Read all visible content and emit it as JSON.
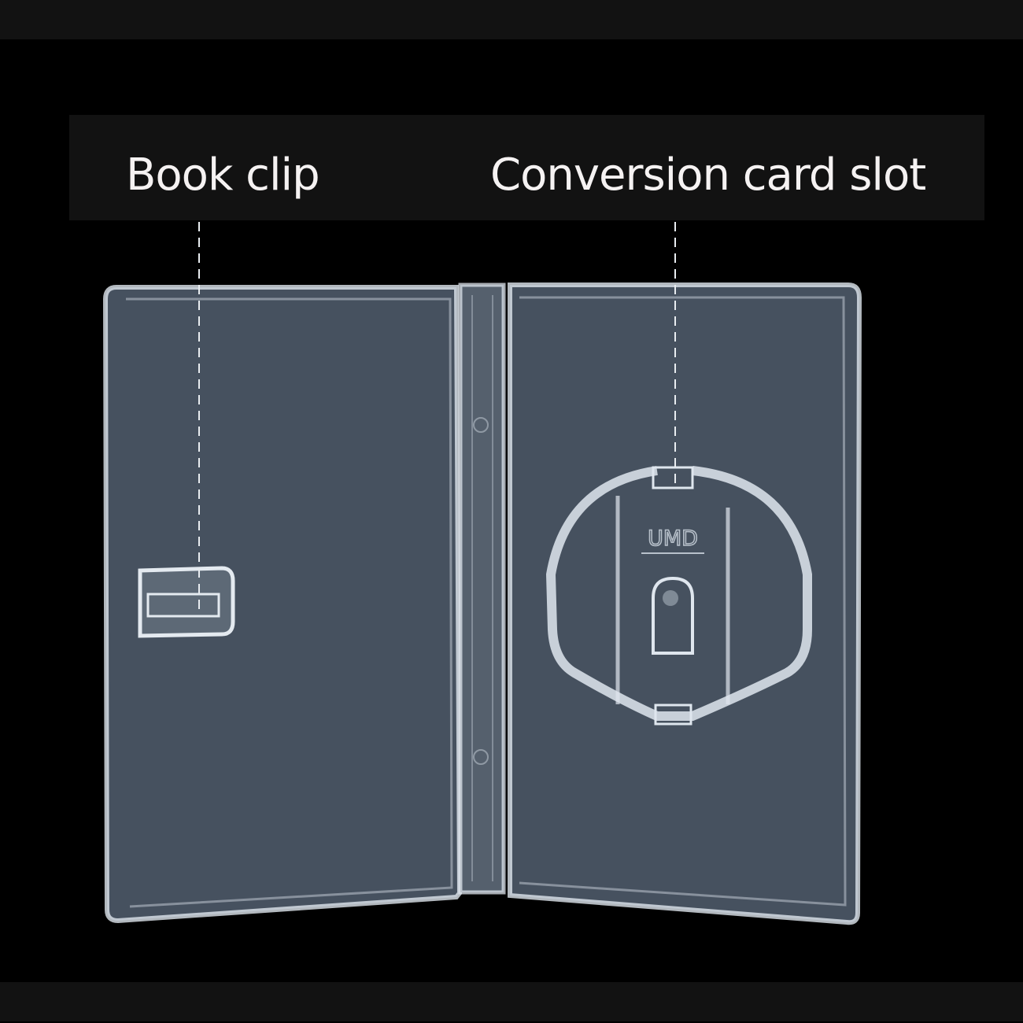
{
  "labels": {
    "book_clip": "Book clip",
    "card_slot": "Conversion card slot"
  },
  "case_logo": "UMD",
  "colors": {
    "background": "#000000",
    "band": "#121212",
    "case": "#46515f",
    "plastic": "#dfe6ee",
    "text": "#f5f2f2"
  }
}
